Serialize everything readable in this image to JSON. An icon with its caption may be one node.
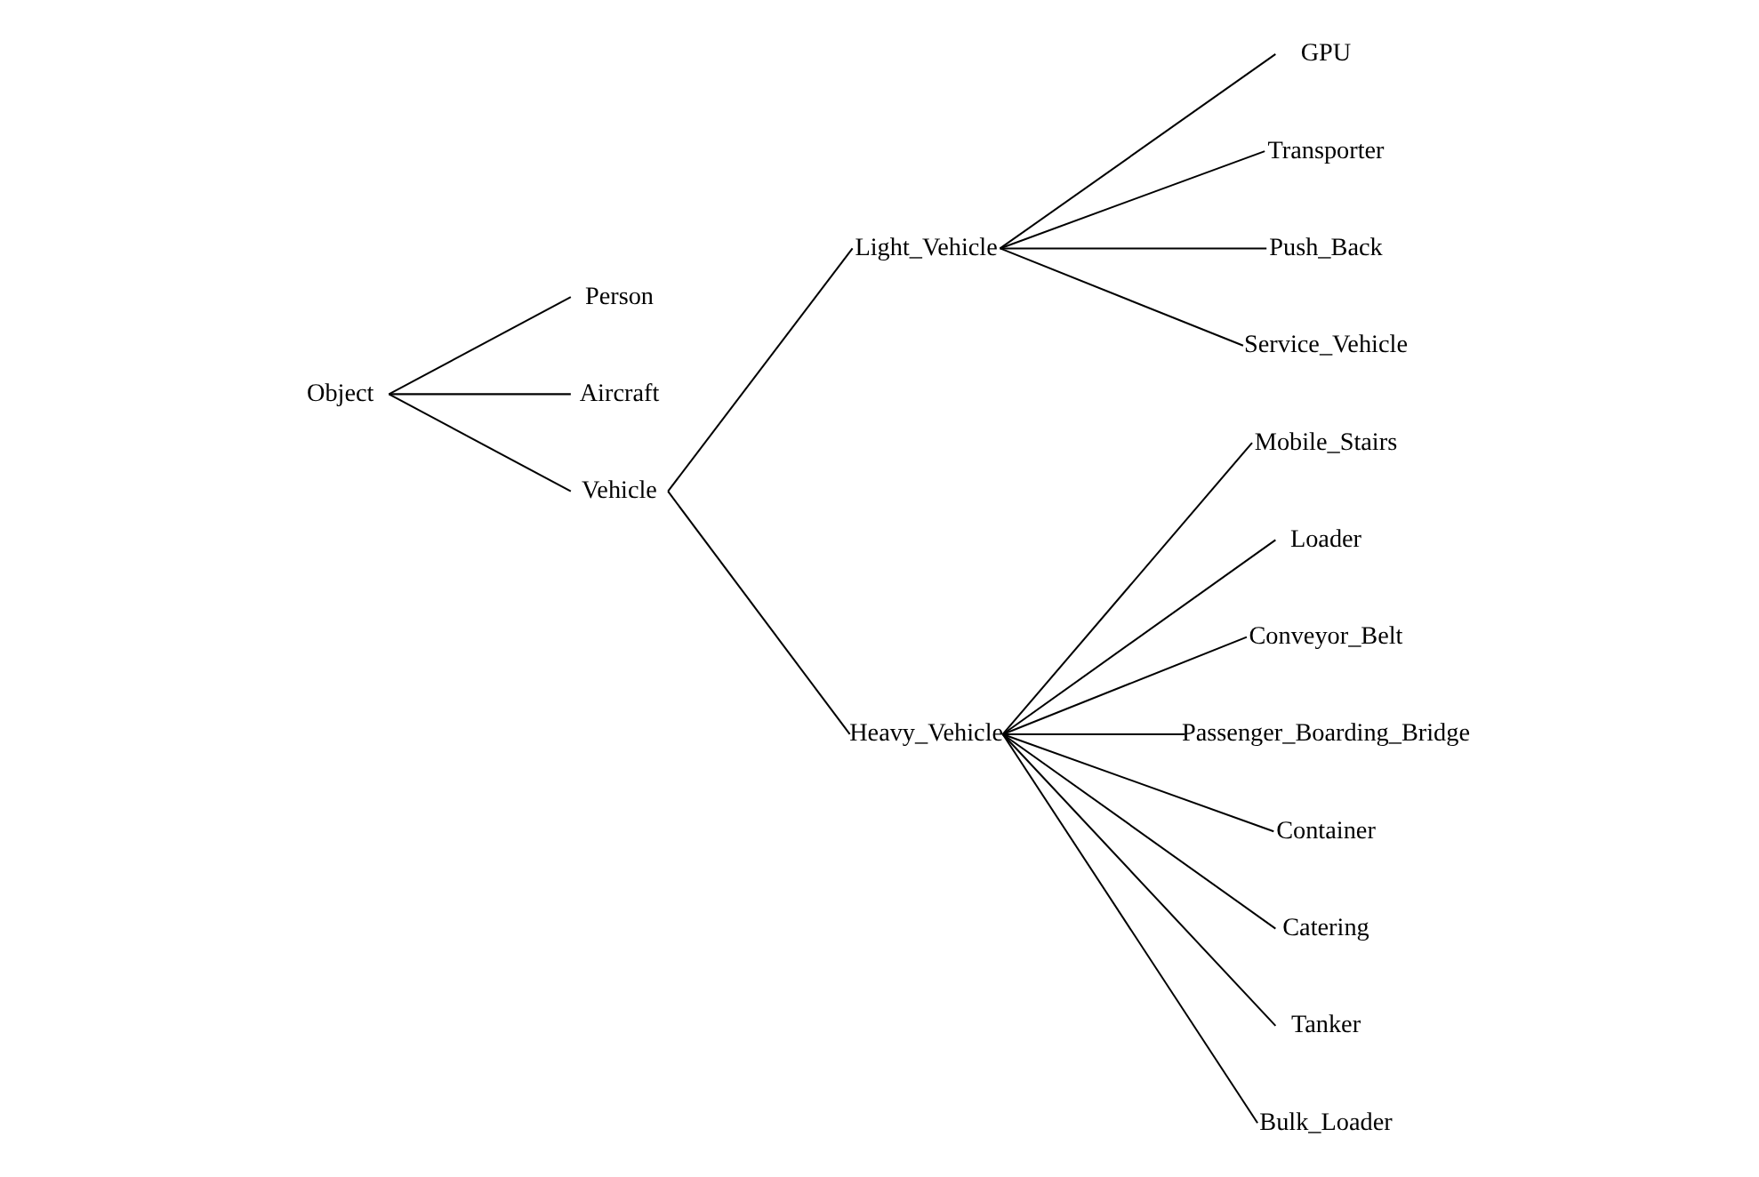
{
  "diagram": {
    "nodes": [
      {
        "text": [
          "Object"
        ]
      },
      {
        "text": [
          "Person"
        ]
      },
      {
        "text": [
          "Aircraft"
        ]
      },
      {
        "text": [
          "Vehicle"
        ]
      },
      {
        "text": [
          "Light_Vehicle"
        ]
      },
      {
        "text": [
          "Heavy_Vehicle"
        ]
      },
      {
        "text": [
          "GPU"
        ]
      },
      {
        "text": [
          "Transporter"
        ]
      },
      {
        "text": [
          "Push_Back"
        ]
      },
      {
        "text": [
          "Service_Vehicle"
        ]
      },
      {
        "text": [
          "Mobile_Stairs"
        ]
      },
      {
        "text": [
          "Loader"
        ]
      },
      {
        "text": [
          "Conveyor_Belt"
        ]
      },
      {
        "text": [
          "Passenger_Boarding_Bridge"
        ]
      },
      {
        "text": [
          "Container"
        ]
      },
      {
        "text": [
          "Catering"
        ]
      },
      {
        "text": [
          "Tanker"
        ]
      },
      {
        "text": [
          "Bulk_Loader"
        ]
      }
    ],
    "edges": [
      {
        "from": 0,
        "to": 1,
        "arrow": "none"
      },
      {
        "from": 0,
        "to": 2,
        "arrow": "none"
      },
      {
        "from": 0,
        "to": 3,
        "arrow": "none"
      },
      {
        "from": 3,
        "to": 4,
        "arrow": "none"
      },
      {
        "from": 3,
        "to": 5,
        "arrow": "none"
      },
      {
        "from": 4,
        "to": 6,
        "arrow": "none"
      },
      {
        "from": 4,
        "to": 7,
        "arrow": "none"
      },
      {
        "from": 4,
        "to": 8,
        "arrow": "none"
      },
      {
        "from": 4,
        "to": 9,
        "arrow": "none"
      },
      {
        "from": 5,
        "to": 10,
        "arrow": "none"
      },
      {
        "from": 5,
        "to": 11,
        "arrow": "none"
      },
      {
        "from": 5,
        "to": 12,
        "arrow": "none"
      },
      {
        "from": 5,
        "to": 13,
        "arrow": "none"
      },
      {
        "from": 5,
        "to": 14,
        "arrow": "none"
      },
      {
        "from": 5,
        "to": 15,
        "arrow": "none"
      },
      {
        "from": 5,
        "to": 16,
        "arrow": "none"
      },
      {
        "from": 5,
        "to": 17,
        "arrow": "none"
      }
    ]
  }
}
